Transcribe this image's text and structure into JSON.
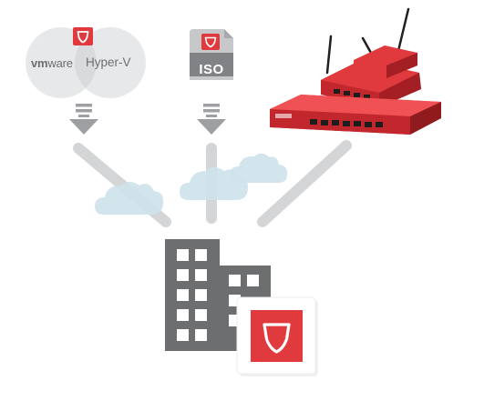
{
  "sources": {
    "vmware_prefix": "vm",
    "vmware_suffix": "ware",
    "hyperv": "Hyper-V",
    "iso": "ISO"
  },
  "icons": {
    "brand_shield": "shield-icon",
    "cloud": "cloud-icon",
    "arrow": "arrow-down-icon",
    "building": "office-building-icon",
    "hardware": "firewall-appliance-icon"
  },
  "colors": {
    "brand_red": "#e03a3e",
    "arrow_gray": "#9d9fa2",
    "circle_gray": "#e6e7e8",
    "cloud_blue": "#cfe3ea",
    "building_gray": "#6d6e70"
  }
}
